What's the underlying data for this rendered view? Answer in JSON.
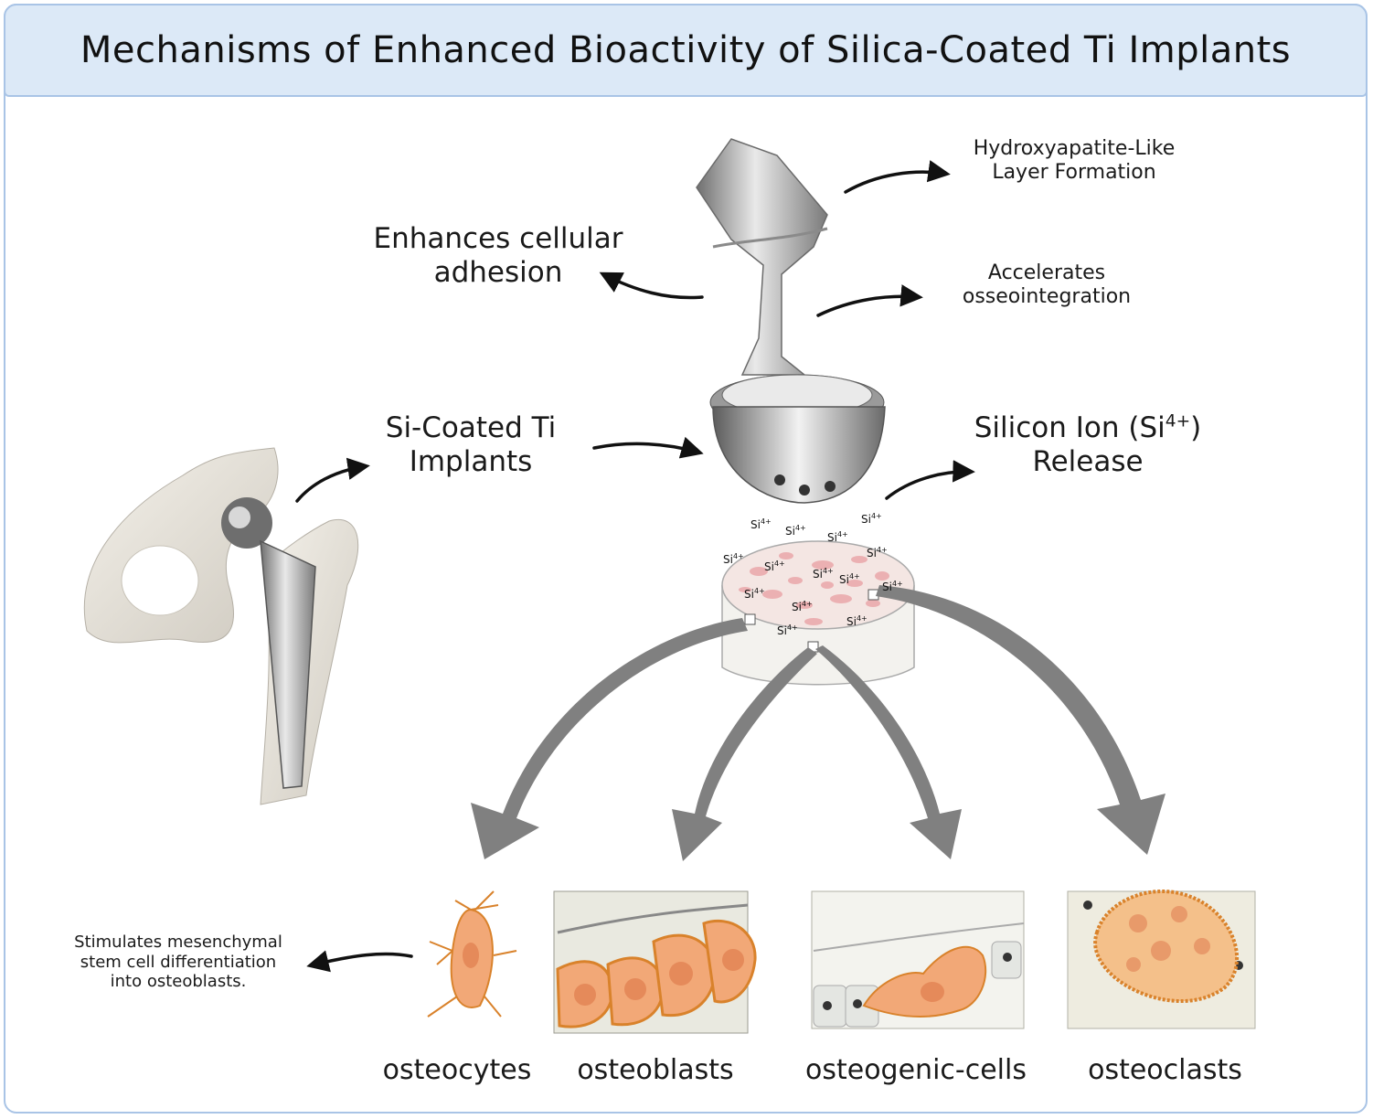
{
  "title": "Mechanisms of Enhanced Bioactivity of Silica-Coated Ti Implants",
  "labels": {
    "hydroxyapatite": "Hydroxyapatite-Like Layer Formation",
    "hydroxyapatite_line1": "Hydroxyapatite-Like",
    "hydroxyapatite_line2": "Layer Formation",
    "adhesion_line1": "Enhances cellular",
    "adhesion_line2": "adhesion",
    "osseo_line1": "Accelerates",
    "osseo_line2": "osseointegration",
    "implants_line1": "Si-Coated Ti",
    "implants_line2": "Implants",
    "release_line1_prefix": "Silicon Ion (Si",
    "release_superscript": "4+",
    "release_line1_suffix": ")",
    "release_line2": "Release",
    "msc_line1": "Stimulates mesenchymal",
    "msc_line2": "stem cell differentiation",
    "msc_line3": "into osteoblasts."
  },
  "ion_label": {
    "base": "Si",
    "charge": "4+"
  },
  "ion_count": 14,
  "cells": [
    {
      "name": "osteocytes"
    },
    {
      "name": "osteoblasts"
    },
    {
      "name": "osteogenic-cells"
    },
    {
      "name": "osteoclasts"
    }
  ],
  "colors": {
    "title_bg": "#dce9f7",
    "border": "#a9c4e6",
    "cell_fill": "#f2a877",
    "cell_stroke": "#d9822b",
    "big_arrow": "#808080"
  }
}
